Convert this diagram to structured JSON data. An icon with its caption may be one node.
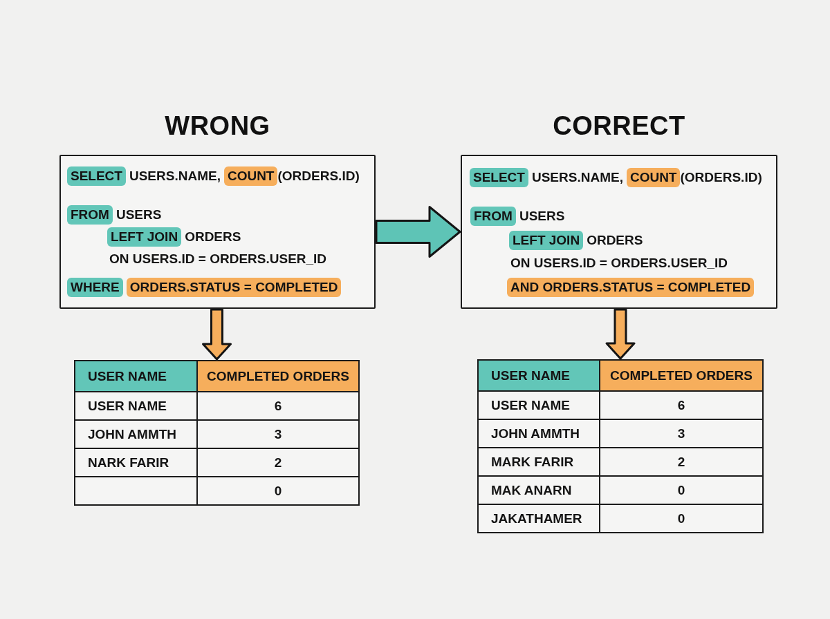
{
  "diagram": {
    "nodes": [
      {
        "text": [
          "WRONG",
          "USERS.NAME,",
          "(ORDERS.ID)",
          "USERS",
          "ORDERS",
          "ON USERS.ID = ORDERS.USER_ID"
        ]
      },
      {
        "text": [
          "SELECT"
        ],
        "in": 0
      },
      {
        "text": [
          "COUNT"
        ],
        "in": 0
      },
      {
        "text": [
          "FROM"
        ],
        "in": 0
      },
      {
        "text": [
          "LEFT JOIN"
        ],
        "in": 0
      },
      {
        "text": [
          "WHERE"
        ],
        "in": 0
      },
      {
        "text": [
          "ORDERS.STATUS = COMPLETED"
        ],
        "in": 0
      },
      {
        "text": [
          "CORRECT",
          "USERS.NAME,",
          "(ORDERS.ID)",
          "USERS",
          "ORDERS",
          "ON USERS.ID = ORDERS.USER_ID"
        ]
      },
      {
        "text": [
          "SELECT"
        ],
        "in": 7
      },
      {
        "text": [
          "COUNT"
        ],
        "in": 7
      },
      {
        "text": [
          "FROM"
        ],
        "in": 7
      },
      {
        "text": [
          "LEFT JOIN"
        ],
        "in": 7
      },
      {
        "text": [
          "AND ORDERS.STATUS = COMPLETED"
        ],
        "in": 7
      },
      {
        "text": [
          "USER NAME",
          "COMPLETED ORDERS",
          "USER NAME",
          "6",
          "JOHN AMMTH",
          "3",
          "NARK FARIR",
          "2",
          "0"
        ]
      },
      {
        "text": [
          "USER NAME",
          "COMPLETED ORDERS",
          "USER NAME",
          "6",
          "JOHN AMMTH",
          "3",
          "MARK FARIR",
          "2",
          "MAK ANARN",
          "0",
          "JAKATHAMER",
          "0"
        ]
      }
    ],
    "edges": [
      {
        "from": 0,
        "to": 7,
        "arrow": "to",
        "style": "thick",
        "color": "#5ec4b6"
      },
      {
        "from": 0,
        "to": 13,
        "arrow": "to"
      },
      {
        "from": 7,
        "to": 14,
        "arrow": "to"
      }
    ]
  }
}
